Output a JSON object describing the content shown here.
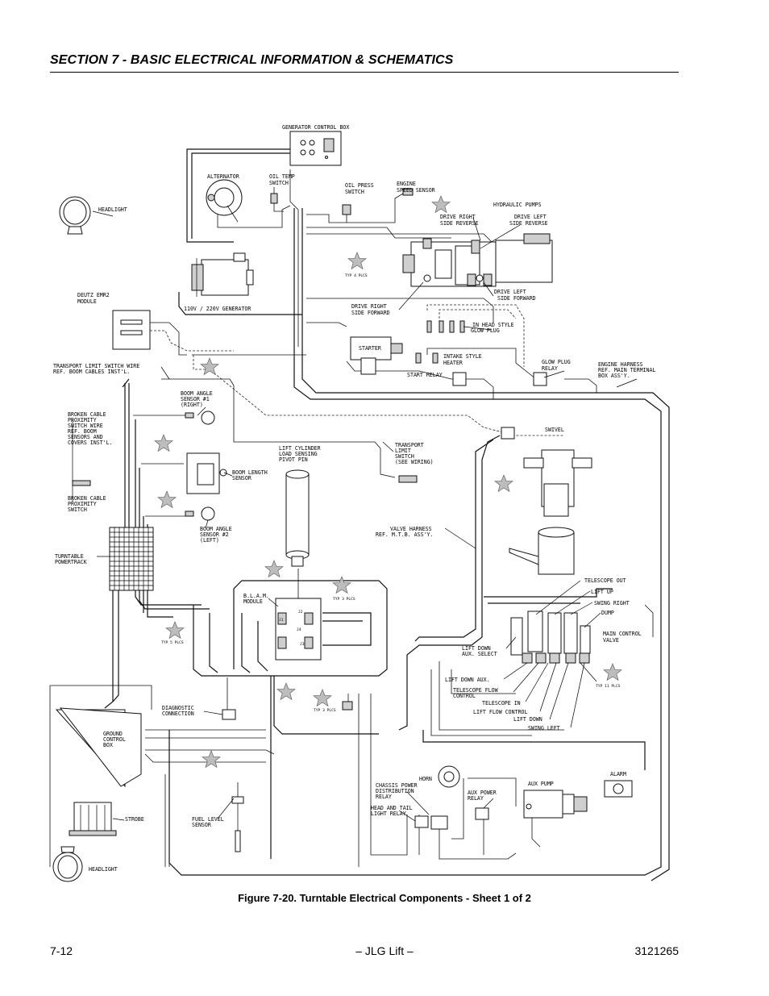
{
  "header": {
    "section_title": "SECTION 7 - BASIC ELECTRICAL INFORMATION & SCHEMATICS"
  },
  "figure": {
    "caption": "Figure 7-20.  Turntable Electrical Components - Sheet 1 of 2"
  },
  "footer": {
    "page_number": "7-12",
    "center": "– JLG Lift –",
    "doc_number": "3121265"
  },
  "labels": {
    "generator_control_box": "GENERATOR CONTROL BOX",
    "alternator": "ALTERNATOR",
    "oil_temp_1": "OIL TEMP",
    "oil_temp_2": "SWITCH",
    "oil_press_1": "OIL PRESS",
    "oil_press_2": "SWITCH",
    "engine_speed_1": "ENGINE",
    "engine_speed_2": "SPEED SENSOR",
    "headlight_top": "HEADLIGHT",
    "hydraulic_pumps": "HYDRAULIC PUMPS",
    "drive_right_rev_1": "DRIVE RIGHT",
    "drive_right_rev_2": "SIDE REVERSE",
    "drive_left_rev_1": "DRIVE LEFT",
    "drive_left_rev_2": "SIDE REVERSE",
    "typ_4_plcs": "TYP 4 PLCS",
    "deutz_1": "DEUTZ EMR2",
    "deutz_2": "MODULE",
    "generator_110": "110V / 220V GENERATOR",
    "drive_left_fwd_1": "DRIVE LEFT",
    "drive_left_fwd_2": "SIDE FORWARD",
    "drive_right_fwd_1": "DRIVE RIGHT",
    "drive_right_fwd_2": "SIDE FORWARD",
    "in_head_1": "IN HEAD STYLE",
    "in_head_2": "GLOW PLUG",
    "starter": "STARTER",
    "intake_1": "INTAKE STYLE",
    "intake_2": "HEATER",
    "start_relay": "START RELAY",
    "glow_plug_relay_1": "GLOW PLUG",
    "glow_plug_relay_2": "RELAY",
    "engine_harness_1": "ENGINE HARNESS",
    "engine_harness_2": "REF. MAIN TERMINAL",
    "engine_harness_3": "BOX ASS'Y.",
    "transport_wire_1": "TRANSPORT LIMIT SWITCH WIRE",
    "transport_wire_2": "REF. BOOM CABLES INST'L.",
    "boom_angle_r_1": "BOOM ANGLE",
    "boom_angle_r_2": "SENSOR #1",
    "boom_angle_r_3": "(RIGHT)",
    "broken_ref_1": "BROKEN CABLE",
    "broken_ref_2": "PROXIMITY",
    "broken_ref_3": "SWITCH WIRE",
    "broken_ref_4": "REF. BOOM",
    "broken_ref_5": "SENSORS AND",
    "broken_ref_6": "COVERS INST'L.",
    "lift_cyl_1": "LIFT CYLINDER",
    "lift_cyl_2": "LOAD SENSING",
    "lift_cyl_3": "PIVOT PIN",
    "transport_switch_1": "TRANSPORT",
    "transport_switch_2": "LIMIT",
    "transport_switch_3": "SWITCH",
    "transport_switch_4": "(SEE WIRING)",
    "swivel": "SWIVEL",
    "boom_length_1": "BOOM LENGTH",
    "boom_length_2": "SENSOR",
    "broken_sw_1": "BROKEN CABLE",
    "broken_sw_2": "PROXIMITY",
    "broken_sw_3": "SWITCH",
    "boom_angle_l_1": "BOOM ANGLE",
    "boom_angle_l_2": "SENSOR #2",
    "boom_angle_l_3": "(LEFT)",
    "valve_harness_1": "VALVE HARNESS",
    "valve_harness_2": "REF. M.T.B. ASS'Y.",
    "powertrack_1": "TURNTABLE",
    "powertrack_2": "POWERTRACK",
    "blam_1": "B.L.A.M.",
    "blam_2": "MODULE",
    "typ_3_plcs": "TYP 3 PLCS",
    "typ_5_plcs": "TYP 5 PLCS",
    "telescope_out": "TELESCOPE OUT",
    "lift_up": "LIFT UP",
    "swing_right": "SWING RIGHT",
    "dump": "DUMP",
    "main_valve_1": "MAIN CONTROL",
    "main_valve_2": "VALVE",
    "lift_down_aux_1": "LIFT DOWN",
    "lift_down_aux_2": "AUX. SELECT",
    "lift_down_aux": "LIFT DOWN AUX.",
    "tele_flow_1": "TELESCOPE FLOW",
    "tele_flow_2": "CONTROL",
    "telescope_in": "TELESCOPE IN",
    "lift_flow": "LIFT FLOW CONTROL",
    "lift_down": "LIFT DOWN",
    "swing_left": "SWING LEFT",
    "typ_11_plcs": "TYP 11 PLCS",
    "diag_1": "DIAGNOSTIC",
    "diag_2": "CONNECTION",
    "ground_1": "GROUND",
    "ground_2": "CONTROL",
    "ground_3": "BOX",
    "horn": "HORN",
    "chassis_1": "CHASSIS POWER",
    "chassis_2": "DISTRIBUTION",
    "chassis_3": "RELAY",
    "aux_pump": "AUX PUMP",
    "alarm": "ALARM",
    "aux_relay_1": "AUX POWER",
    "aux_relay_2": "RELAY",
    "head_tail_1": "HEAD AND TAIL",
    "head_tail_2": "LIGHT RELAY",
    "strobe": "STROBE",
    "fuel_1": "FUEL LEVEL",
    "fuel_2": "SENSOR",
    "headlight_bottom": "HEADLIGHT",
    "blam_j1": "J1",
    "blam_j2": "J2",
    "blam_j3": "J3",
    "blam_j4": "J4"
  }
}
